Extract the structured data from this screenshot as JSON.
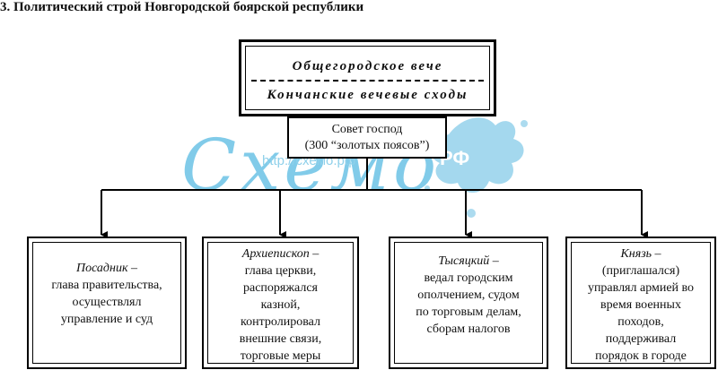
{
  "title": "3. Политический строй Новгородской боярской республики",
  "top_box": {
    "line1": "Общегородское вече",
    "line2": "Кончанские вечевые сходы"
  },
  "council": {
    "line1": "Совет господ",
    "line2": "(300 “золотых поясов”)"
  },
  "branches": [
    {
      "role": "Посадник",
      "suffix": " –",
      "lines": [
        "глава правительства,",
        "осуществлял",
        "управление и суд"
      ]
    },
    {
      "role": "Архиепископ",
      "suffix": " –",
      "lines": [
        "глава церкви,",
        "распоряжался",
        "казной,",
        "контролировал",
        "внешние связи,",
        "торговые меры"
      ]
    },
    {
      "role": "Тысяцкий",
      "suffix": " –",
      "lines": [
        "ведал городским",
        "ополчением, судом",
        "по торговым делам,",
        "сборам налогов"
      ]
    },
    {
      "role": "Князь",
      "suffix": " –",
      "lines": [
        "(приглашался)",
        "управлял армией во",
        "время военных",
        "походов,",
        "поддерживал",
        "порядок в городе"
      ]
    }
  ],
  "watermark": {
    "url": "http://схемо.рф",
    "brand": "Схемо",
    "rf": "РФ"
  },
  "colors": {
    "watermark_text": "#6cc3e6",
    "watermark_splash": "#5ab8e0"
  }
}
